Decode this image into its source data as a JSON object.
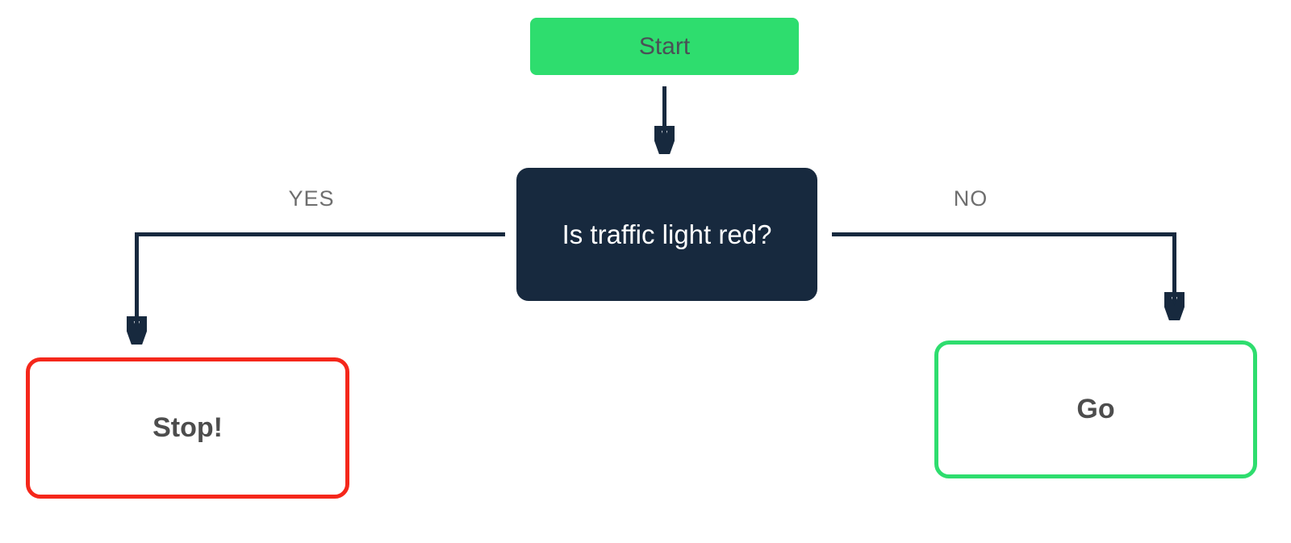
{
  "diagram": {
    "type": "flowchart",
    "nodes": {
      "start": {
        "label": "Start",
        "shape": "rounded-rect",
        "style": "filled-green"
      },
      "decision": {
        "label": "Is traffic light red?",
        "shape": "rounded-rect",
        "style": "filled-navy"
      },
      "stop": {
        "label": "Stop!",
        "shape": "rounded-rect",
        "style": "outlined-red"
      },
      "go": {
        "label": "Go",
        "shape": "rounded-rect",
        "style": "outlined-green"
      }
    },
    "edges": {
      "start_to_decision": {
        "from": "start",
        "to": "decision",
        "label": ""
      },
      "yes": {
        "from": "decision",
        "to": "stop",
        "label": "YES"
      },
      "no": {
        "from": "decision",
        "to": "go",
        "label": "NO"
      }
    }
  },
  "colors": {
    "accent_green": "#2edd6e",
    "node_navy": "#17293e",
    "alert_red": "#f5271b",
    "label_gray": "#6e6e6e",
    "text_dark": "#4a5056",
    "text_dark_bold": "#4d4d4d"
  }
}
